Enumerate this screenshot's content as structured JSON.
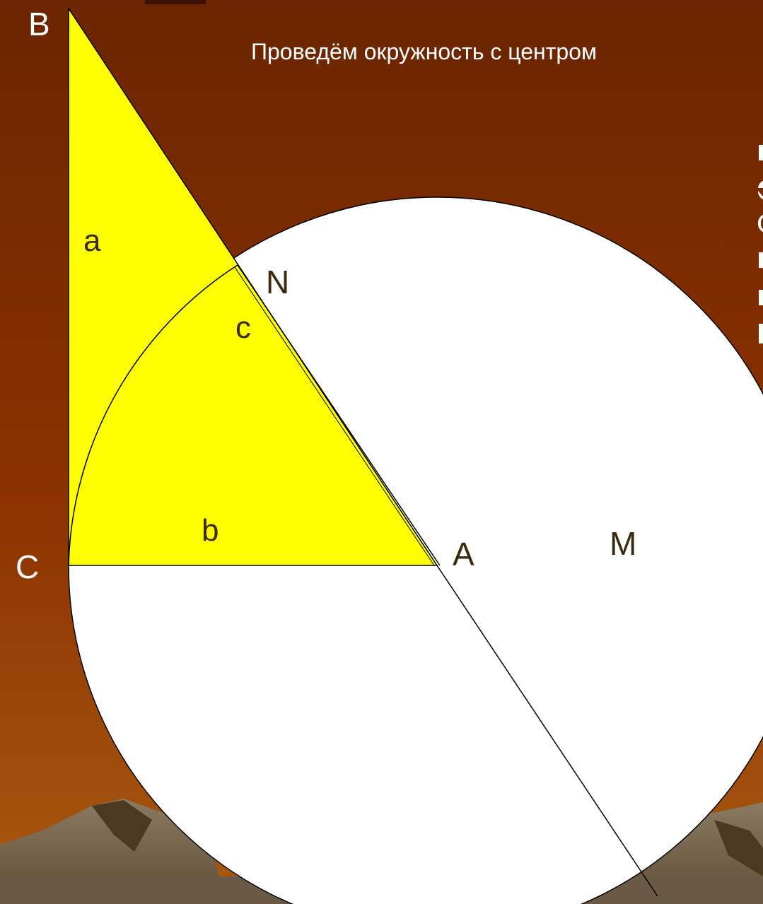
{
  "slide": {
    "caption": "Проведём окружность с центром",
    "background": {
      "top_color": "#6B2500",
      "middle_color": "#8B3200",
      "bottom_color": "#A85A10",
      "mountain_color": "#6E5A40",
      "mountain_highlight": "#9A8A72"
    }
  },
  "figure": {
    "triangle_fill": "#FFFF00",
    "circle_fill": "#FFFFFF",
    "stroke_color": "#000000",
    "label_color": "#3A2A10",
    "points": {
      "B": "B",
      "C": "C",
      "A": "A",
      "N": "N",
      "M": "M"
    },
    "sides": {
      "a": "a",
      "b": "b",
      "c": "c"
    }
  }
}
